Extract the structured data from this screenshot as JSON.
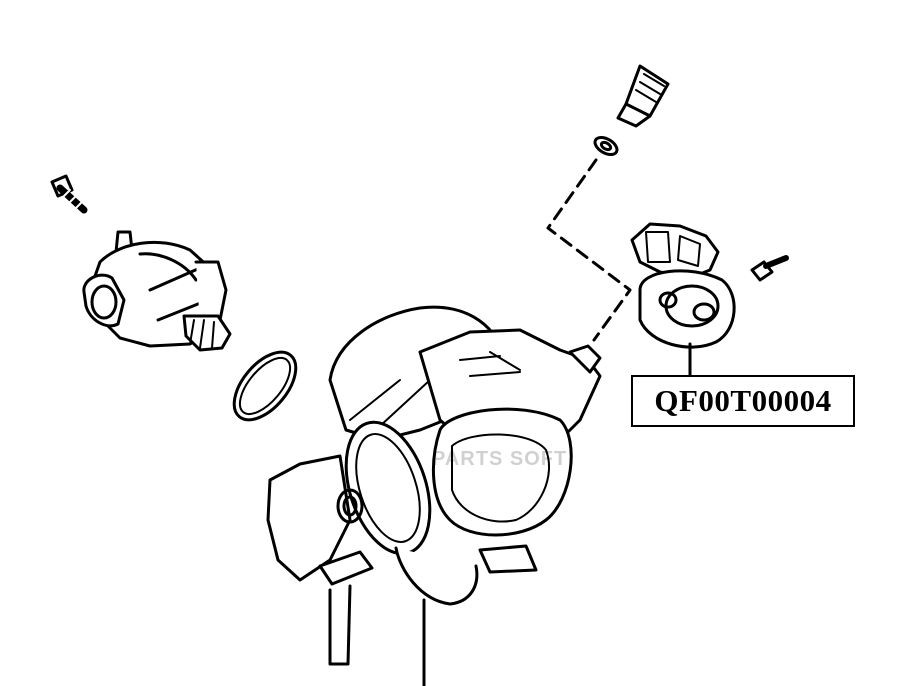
{
  "diagram": {
    "part_number": "QF00T00004",
    "watermark": "PARTS SOFT",
    "parts": [
      "idle-air-control-valve",
      "o-ring",
      "throttle-body",
      "throttle-position-sensor",
      "screw",
      "sensor-screw",
      "fitting",
      "gasket-washer"
    ]
  }
}
